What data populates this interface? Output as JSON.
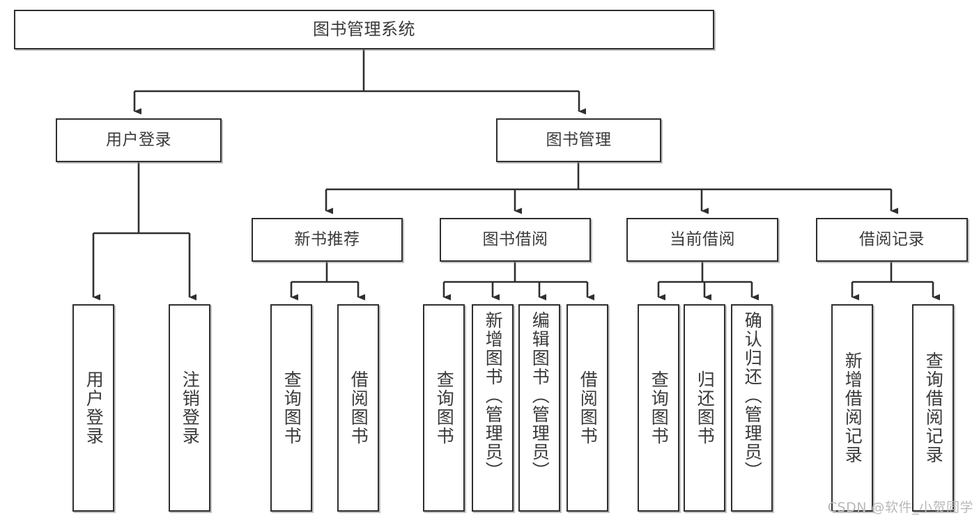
{
  "diagram": {
    "title": "图书管理系统",
    "watermark": "CSDN @软件_小贺同学",
    "colors": {
      "border": "#2f2f2f",
      "shadow": "#8c8c8c",
      "text": "#3a3a3a",
      "background": "#ffffff",
      "watermark": "#b9b9b9"
    },
    "root": {
      "label": "图书管理系统"
    },
    "level2": [
      {
        "label": "用户登录"
      },
      {
        "label": "图书管理"
      }
    ],
    "level3": [
      {
        "label": "新书推荐"
      },
      {
        "label": "图书借阅"
      },
      {
        "label": "当前借阅"
      },
      {
        "label": "借阅记录"
      }
    ],
    "leaves": {
      "user_login": [
        {
          "label": "用户登录"
        },
        {
          "label": "注销登录"
        }
      ],
      "new_book_recommend": [
        {
          "label": "查询图书"
        },
        {
          "label": "借阅图书"
        }
      ],
      "book_borrow": [
        {
          "label": "查询图书"
        },
        {
          "label": "新增图书（管理员）"
        },
        {
          "label": "编辑图书（管理员）"
        },
        {
          "label": "借阅图书"
        }
      ],
      "current_borrow": [
        {
          "label": "查询图书"
        },
        {
          "label": "归还图书"
        },
        {
          "label": "确认归还（管理员）"
        }
      ],
      "borrow_record": [
        {
          "label": "新增借阅记录"
        },
        {
          "label": "查询借阅记录"
        }
      ]
    }
  }
}
